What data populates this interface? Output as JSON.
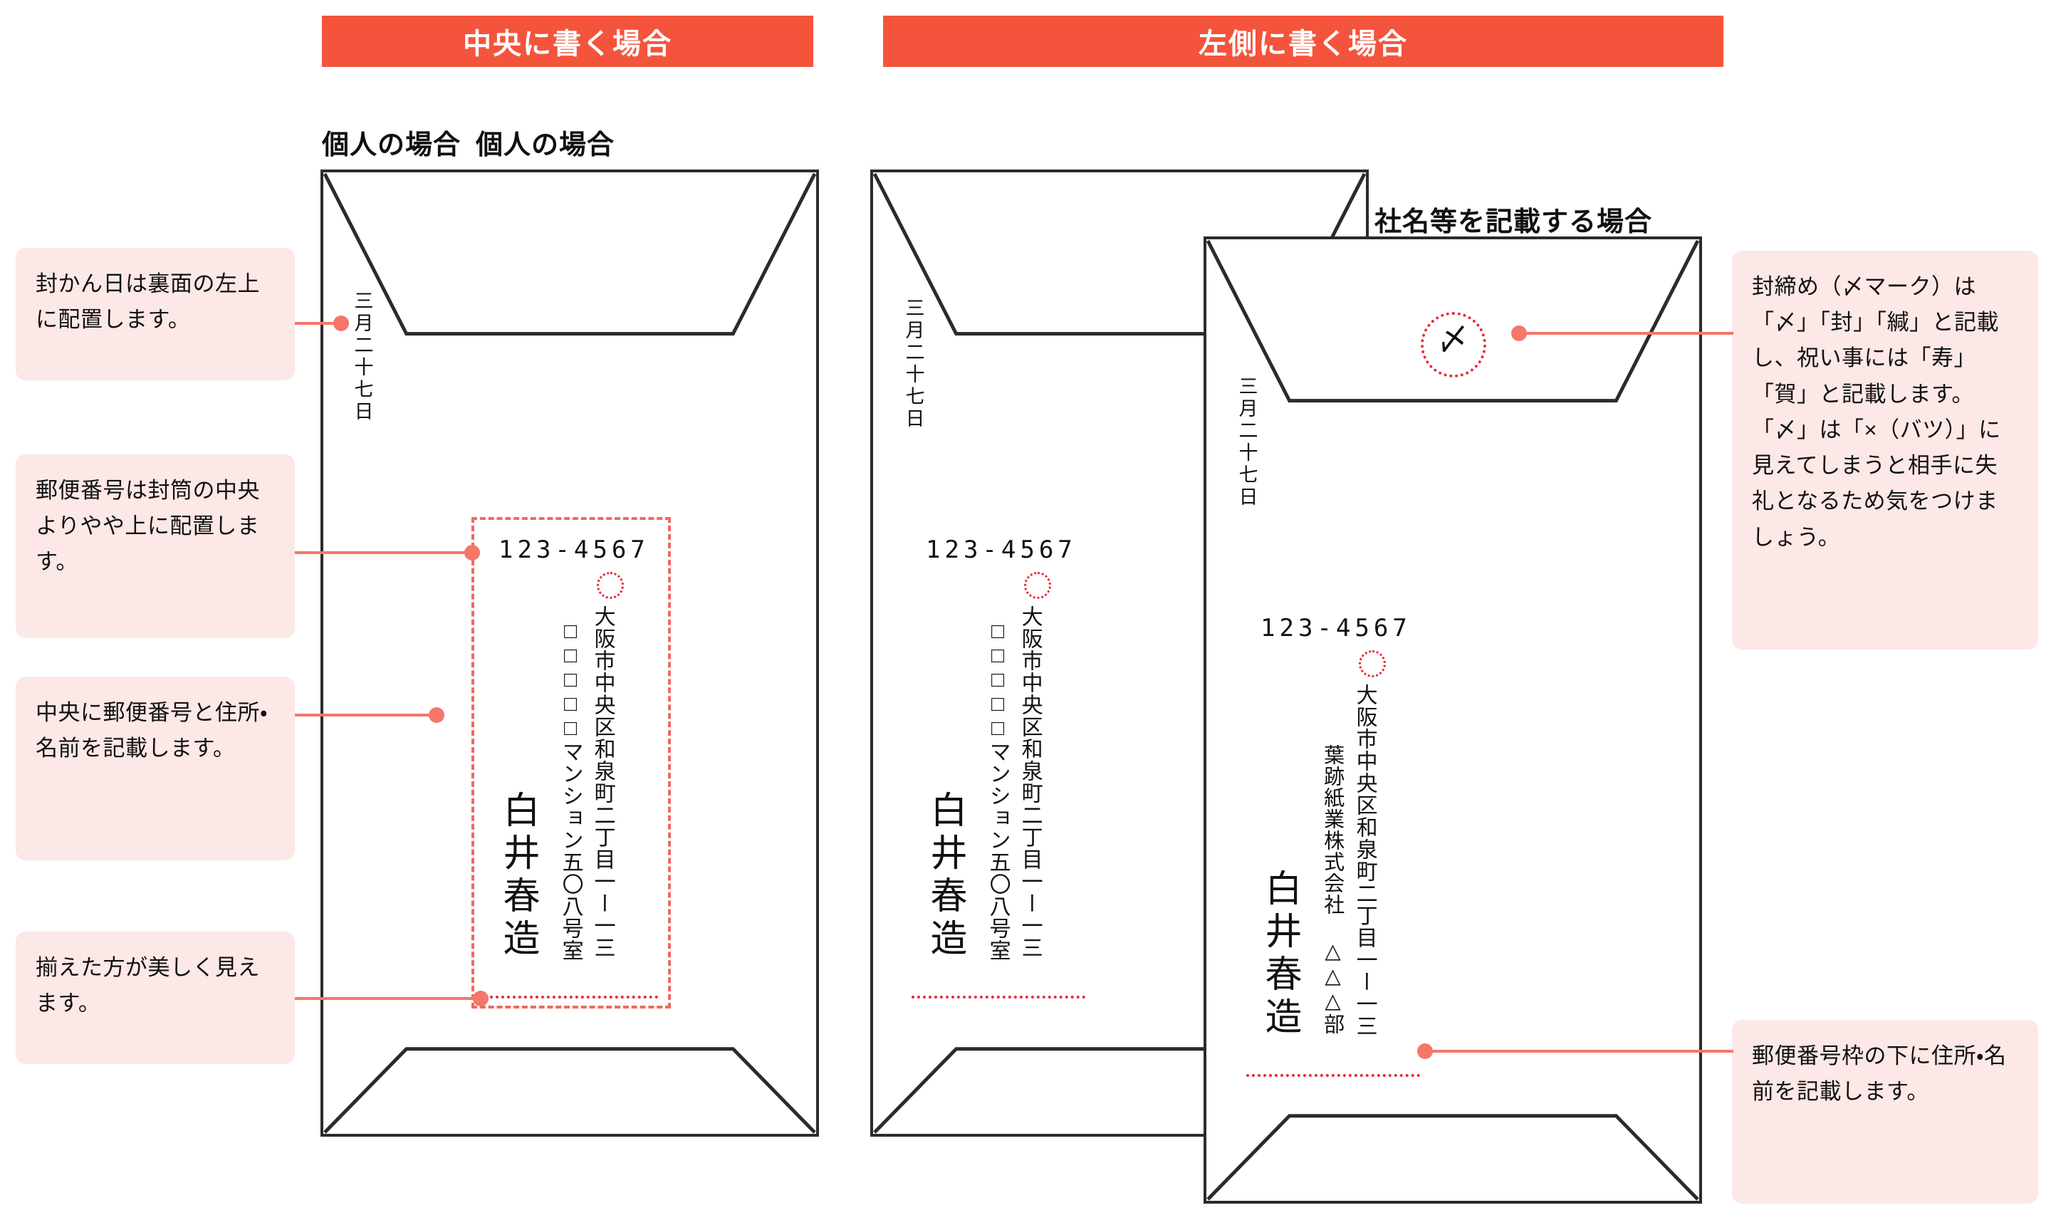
{
  "banners": [
    {
      "id": "center",
      "label": "中央に書く場合"
    },
    {
      "id": "left",
      "label": "左側に書く場合"
    }
  ],
  "envelopes": [
    {
      "id": "personal-center",
      "title": "個人の場合",
      "date": "三月二十七日",
      "zip": "123-4567",
      "address_line1": "大阪市中央区和泉町二丁目一ー一三",
      "address_line2": "□□□□□マンション五〇八号室",
      "name": "白井春造"
    },
    {
      "id": "personal-left",
      "title": "個人の場合",
      "date": "三月二十七日",
      "zip": "123-4567",
      "address_line1": "大阪市中央区和泉町二丁目一ー一三",
      "address_line2": "□□□□□マンション五〇八号室",
      "name": "白井春造"
    },
    {
      "id": "company",
      "title": "社名等を記載する場合",
      "date": "三月二十七日",
      "zip": "123-4567",
      "seal_mark": "〆",
      "address_line1": "大阪市中央区和泉町二丁目一ー一三",
      "company_line": "葉跡紙業株式会社 △△△部",
      "name": "白井春造"
    }
  ],
  "notes": [
    {
      "id": "seal-date",
      "text": "封かん日は裏面の左上に配置します。"
    },
    {
      "id": "zip-pos",
      "text": "郵便番号は封筒の中央よりやや上に配置します。"
    },
    {
      "id": "center-write",
      "text": "中央に郵便番号と住所・名前を記載します。"
    },
    {
      "id": "align",
      "text": "揃えた方が美しく見えます。"
    },
    {
      "id": "seal-mark",
      "text": "封締め（〆マーク）は「〆」「封」「緘」と記載し、祝い事には「寿」「賀」と記載します。「〆」は「×（バツ）」に見えてしまうと相手に失礼となるため気をつけましょう。"
    },
    {
      "id": "under-zip",
      "text": "郵便番号枠の下に住所・名前を記載します。"
    }
  ],
  "colors": {
    "banner_bg": "#f4543c",
    "note_bg": "#fce8e6",
    "leader": "#f4776a",
    "dotted_red": "#e8293c",
    "envelope_stroke": "#2b2b2b"
  }
}
